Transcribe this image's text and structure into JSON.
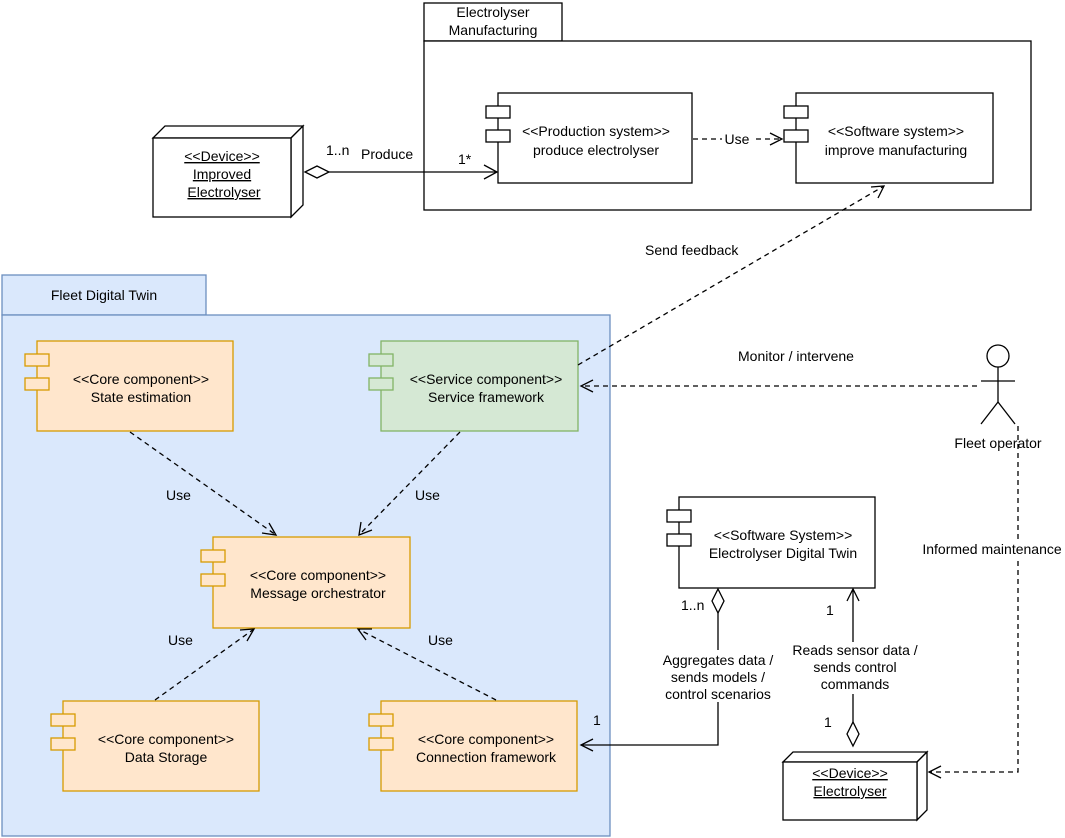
{
  "packages": {
    "manufacturing": {
      "line1": "Electrolyser",
      "line2": "Manufacturing"
    },
    "fleet": {
      "label": "Fleet Digital Twin"
    }
  },
  "components": {
    "production": {
      "stereotype": "<<Production system>>",
      "name": "produce electrolyser"
    },
    "software": {
      "stereotype": "<<Software system>>",
      "name": "improve manufacturing"
    },
    "state": {
      "stereotype": "<<Core component>>",
      "name": "State estimation"
    },
    "service": {
      "stereotype": "<<Service component>>",
      "name": "Service framework"
    },
    "orchestrator": {
      "stereotype": "<<Core component>>",
      "name": "Message orchestrator"
    },
    "storage": {
      "stereotype": "<<Core component>>",
      "name": "Data Storage"
    },
    "connection": {
      "stereotype": "<<Core component>>",
      "name": "Connection framework"
    },
    "edt": {
      "stereotype": "<<Software System>>",
      "name": "Electrolyser Digital Twin"
    }
  },
  "devices": {
    "improved": {
      "stereotype": "<<Device>>",
      "line1": "Improved",
      "line2": "Electrolyser"
    },
    "electrolyser": {
      "stereotype": "<<Device>>",
      "name": "Electrolyser"
    }
  },
  "actor": {
    "name": "Fleet operator"
  },
  "edges": {
    "produce": {
      "label": "Produce",
      "mult_source": "1..n",
      "mult_target": "1*"
    },
    "use_manufacturing": {
      "label": "Use"
    },
    "send_feedback": {
      "label": "Send feedback"
    },
    "monitor": {
      "label": "Monitor / intervene"
    },
    "use_state": {
      "label": "Use"
    },
    "use_service": {
      "label": "Use"
    },
    "use_storage": {
      "label": "Use"
    },
    "use_connection": {
      "label": "Use"
    },
    "aggregates": {
      "line1": "Aggregates data /",
      "line2": "sends models /",
      "line3": "control scenarios",
      "mult_source": "1..n",
      "mult_target": "1"
    },
    "reads": {
      "line1": "Reads sensor data /",
      "line2": "sends control",
      "line3": "commands",
      "mult_source": "1",
      "mult_target": "1"
    },
    "maintenance": {
      "label": "Informed maintenance"
    }
  }
}
